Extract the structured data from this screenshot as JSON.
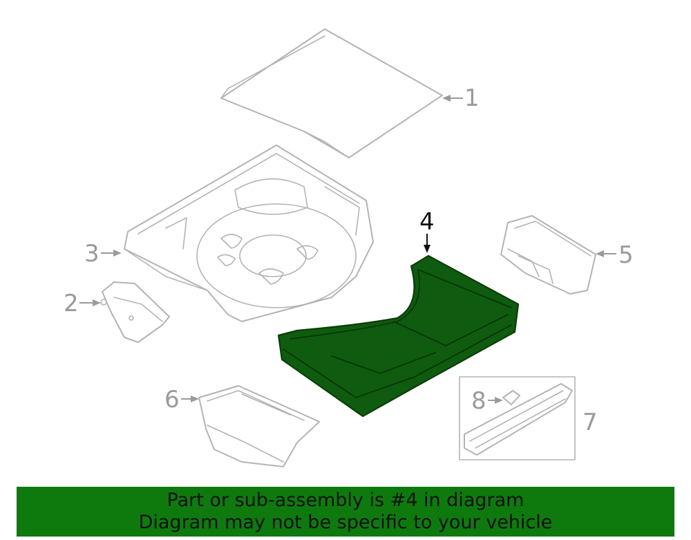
{
  "diagram": {
    "callouts": [
      {
        "id": "1",
        "label": "1"
      },
      {
        "id": "2",
        "label": "2"
      },
      {
        "id": "3",
        "label": "3"
      },
      {
        "id": "4",
        "label": "4"
      },
      {
        "id": "5",
        "label": "5"
      },
      {
        "id": "6",
        "label": "6"
      },
      {
        "id": "7",
        "label": "7"
      },
      {
        "id": "8",
        "label": "8"
      }
    ],
    "highlighted_part": "4",
    "highlight_color": "#0f5b0f"
  },
  "banner": {
    "line1": "Part or sub-assembly is #4 in diagram",
    "line2": "Diagram may not be specific to your vehicle",
    "background": "#0e7a0e"
  }
}
